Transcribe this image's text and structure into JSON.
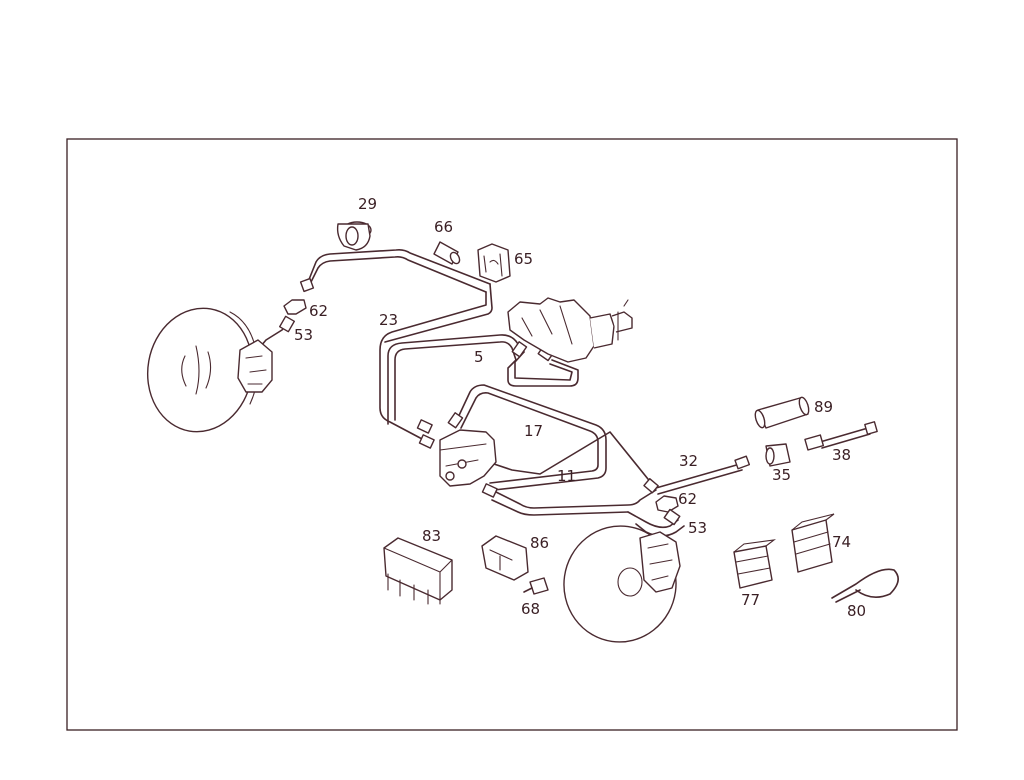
{
  "labels": {
    "l29": "29",
    "l66": "66",
    "l65": "65",
    "l62a": "62",
    "l53a": "53",
    "l23": "23",
    "l5": "5",
    "l89": "89",
    "l17": "17",
    "l32": "32",
    "l35": "35",
    "l38": "38",
    "l11": "11",
    "l62b": "62",
    "l53b": "53",
    "l83": "83",
    "l86": "86",
    "l74": "74",
    "l68": "68",
    "l77": "77",
    "l80": "80"
  },
  "colors": {
    "ink": "#4a2a30",
    "frame": "#3a1f24",
    "background": "#ffffff"
  }
}
